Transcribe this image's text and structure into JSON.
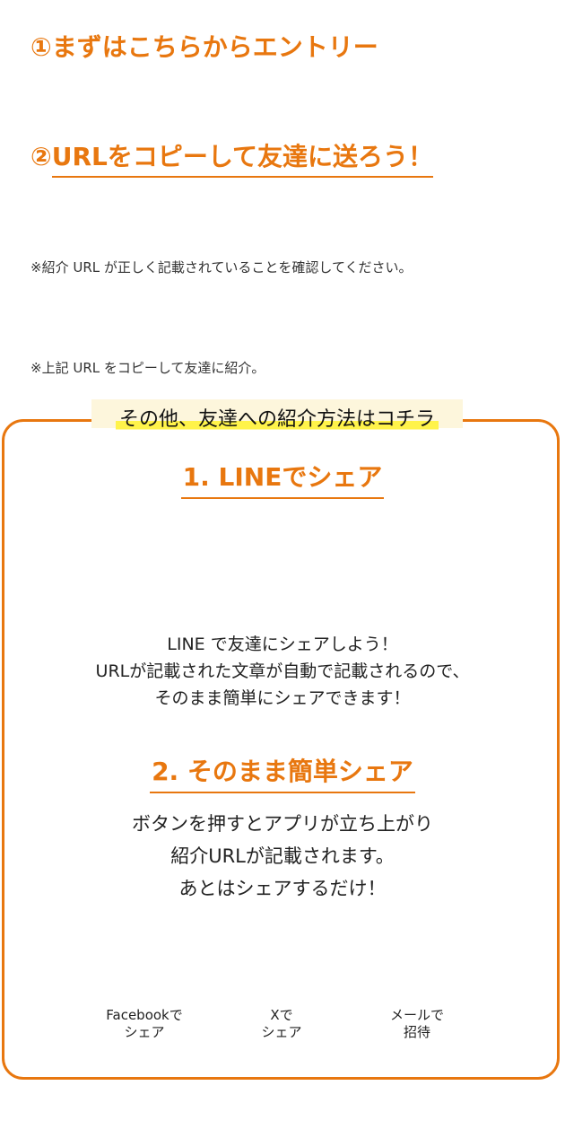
{
  "steps": {
    "step1_heading": "①まずはこちらからエントリー",
    "step2_number": "②",
    "step2_heading": "URLをコピーして友達に送ろう！",
    "note_check": "※紹介 URL が正しく記載されていることを確認してください。",
    "note_copy": "※上記 URL をコピーして友達に紹介。"
  },
  "methods_box": {
    "title": "その他、友達への紹介方法はコチラ",
    "line_section": {
      "heading": "1. LINEでシェア",
      "description": [
        "LINE で友達にシェアしよう！",
        "URLが記載された文章が自動で記載されるので、",
        "そのまま簡単にシェアできます！"
      ]
    },
    "easy_section": {
      "heading": "2. そのまま簡単シェア",
      "description": [
        "ボタンを押すとアプリが立ち上がり",
        "紹介URLが記載されます。",
        "あとはシェアするだけ！"
      ]
    },
    "share_buttons": [
      {
        "line1": "Facebookで",
        "line2": "シェア"
      },
      {
        "line1": "Xで",
        "line2": "シェア"
      },
      {
        "line1": "メールで",
        "line2": "招待"
      }
    ]
  },
  "colors": {
    "accent_orange": "#e8770f",
    "highlight_yellow": "#fff34a",
    "title_background": "#fdf6dc"
  }
}
